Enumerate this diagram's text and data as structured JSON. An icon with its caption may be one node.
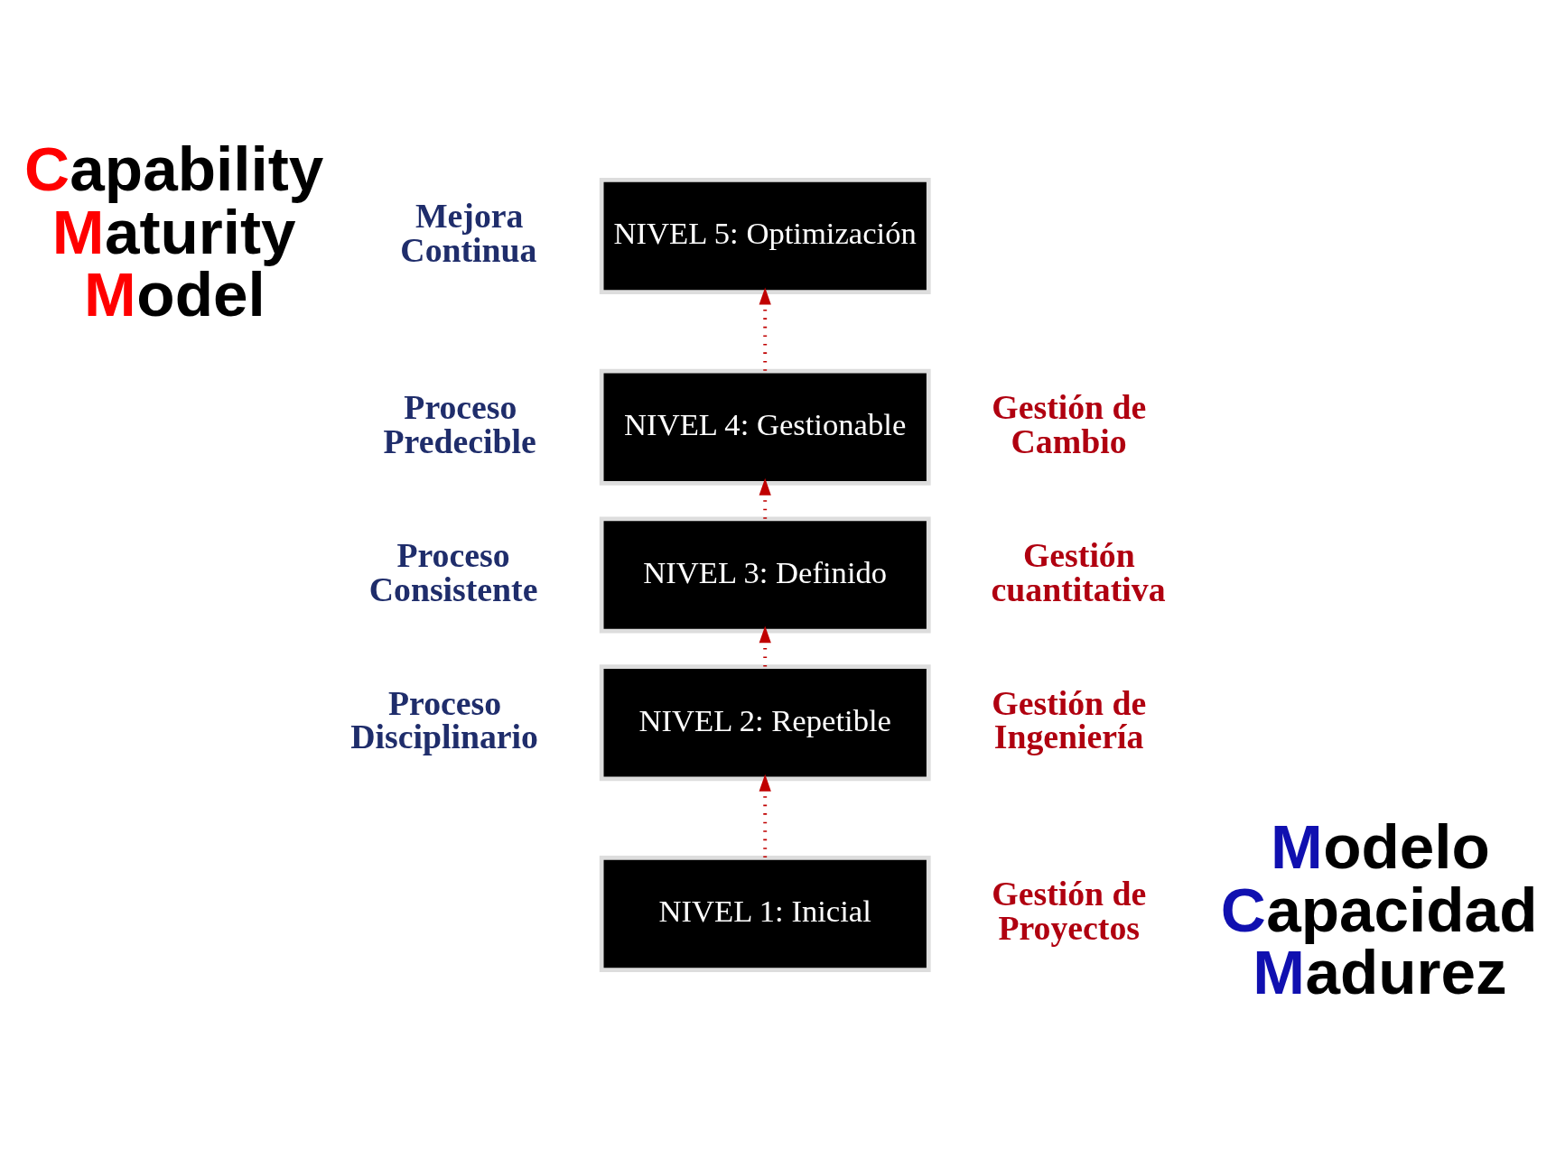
{
  "diagram": {
    "nodes": [
      {
        "text": [
          "NIVEL 1: Inicial"
        ]
      },
      {
        "text": [
          "NIVEL 2: Repetible"
        ]
      },
      {
        "text": [
          "NIVEL 3: Definido"
        ]
      },
      {
        "text": [
          "NIVEL 4: Gestionable"
        ]
      },
      {
        "text": [
          "NIVEL 5: Optimización"
        ]
      }
    ],
    "edges": [
      {
        "from": 0,
        "to": 1,
        "arrow": "to",
        "style": "dashed"
      },
      {
        "from": 1,
        "to": 2,
        "arrow": "to",
        "style": "dashed"
      },
      {
        "from": 2,
        "to": 3,
        "arrow": "to",
        "style": "dashed"
      },
      {
        "from": 3,
        "to": 4,
        "arrow": "to",
        "style": "dashed"
      }
    ],
    "labels": [
      "Capability Maturity Model",
      "Mejora Continua",
      "Gestión de Cambio",
      "Proceso Predecible",
      "Gestión cuantitativa",
      "Proceso Consistente",
      "Gestión de Ingeniería",
      "Proceso Disciplinario",
      "Gestión de Proyectos",
      "Modelo Capacidad Madurez"
    ]
  }
}
